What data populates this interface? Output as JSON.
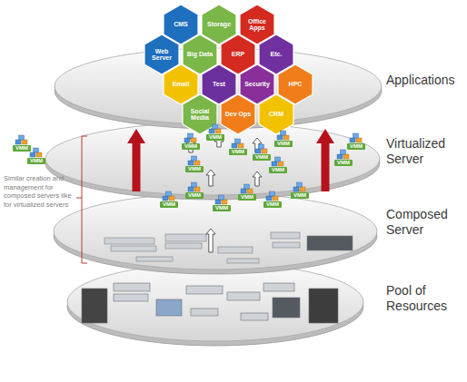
{
  "diagram": {
    "nodes": [
      {
        "text": [
          "Applications"
        ]
      },
      {
        "text": [
          "CMS"
        ],
        "in": 0
      },
      {
        "text": [
          "Storage"
        ],
        "in": 0
      },
      {
        "text": [
          "Office Apps"
        ],
        "in": 0
      },
      {
        "text": [
          "Web Server"
        ],
        "in": 0
      },
      {
        "text": [
          "Big Data"
        ],
        "in": 0
      },
      {
        "text": [
          "ERP"
        ],
        "in": 0
      },
      {
        "text": [
          "Etc."
        ],
        "in": 0
      },
      {
        "text": [
          "Email"
        ],
        "in": 0
      },
      {
        "text": [
          "Test"
        ],
        "in": 0
      },
      {
        "text": [
          "Security"
        ],
        "in": 0
      },
      {
        "text": [
          "HPC"
        ],
        "in": 0
      },
      {
        "text": [
          "Social Media"
        ],
        "in": 0
      },
      {
        "text": [
          "Dev Ops"
        ],
        "in": 0
      },
      {
        "text": [
          "CRM"
        ],
        "in": 0
      },
      {
        "text": [
          "Virtualized Server"
        ]
      },
      {
        "text": [
          "Composed Server"
        ]
      },
      {
        "text": [
          "Pool of Resources"
        ]
      }
    ],
    "edges": [
      {
        "from": 16,
        "to": 0,
        "arrow": "to"
      },
      {
        "from": 16,
        "to": 0,
        "arrow": "to"
      }
    ],
    "labels": [
      "Similar creation and management for composed servers like for virtualized servers",
      "VMM",
      "VMM",
      "VMM",
      "VMM",
      "VMM",
      "VMM",
      "VMM",
      "VMM",
      "VMM",
      "VMM",
      "VMM",
      "VMM",
      "VMM",
      "VMM",
      "VMM",
      "VMM",
      "VMM"
    ]
  }
}
